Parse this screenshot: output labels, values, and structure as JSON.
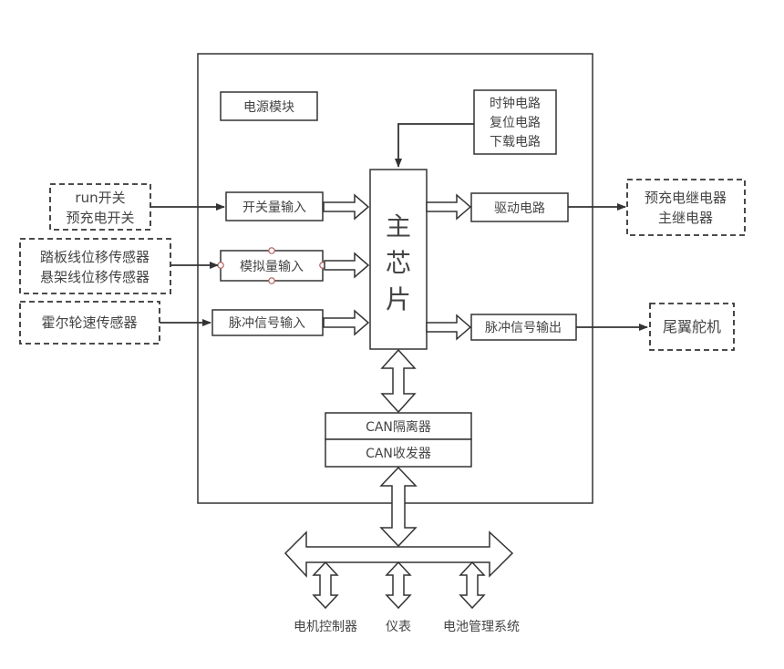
{
  "diagram": {
    "title": "",
    "blocks": {
      "power_module": "电源模块",
      "clock_circuit": [
        "时钟电路",
        "复位电路",
        "下载电路"
      ],
      "main_chip": [
        "主",
        "芯",
        "片"
      ],
      "switch_input": "开关量输入",
      "analog_input": "模拟量输入",
      "pulse_input": "脉冲信号输入",
      "drive_circuit": "驱动电路",
      "pulse_output": "脉冲信号输出",
      "can_isolator": "CAN隔离器",
      "can_transceiver": "CAN收发器"
    },
    "external_inputs": {
      "switches": [
        "run开关",
        "预充电开关"
      ],
      "displacement_sensors": [
        "踏板线位移传感器",
        "悬架线位移传感器"
      ],
      "hall_sensor": "霍尔轮速传感器"
    },
    "external_outputs": {
      "relays": [
        "预充电继电器",
        "主继电器"
      ],
      "tail_servo": "尾翼舵机"
    },
    "can_bus_nodes": [
      "电机控制器",
      "仪表",
      "电池管理系统"
    ],
    "colors": {
      "stroke": "#333333",
      "text": "#444444",
      "anchor": "#b55a5a",
      "background": "#ffffff"
    }
  }
}
